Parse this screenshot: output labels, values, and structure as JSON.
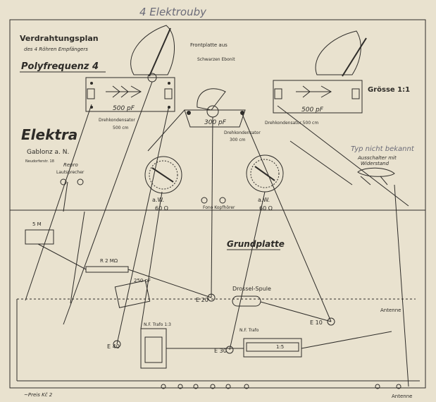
{
  "pencil_note": "4 Elektrouby",
  "title": {
    "line1": "Verdrahtungsplan",
    "line2": "des 4 Röhren Empfängers",
    "line3": "Polyfrequenz 4"
  },
  "front": {
    "line1": "Frontplatte aus",
    "line2": "Schwarzen Ebonit"
  },
  "scale": "Grösse 1:1",
  "company": {
    "name": "Elektra",
    "city": "Gablonz a. N.",
    "street": "Neudorferstr. 18"
  },
  "labels": {
    "cap_left": "500 pF",
    "cap_left_name": "Drehkondensator",
    "cap_left_sub": "500 cm",
    "cap_mid": "300 pF",
    "cap_mid_name": "Drehkondensator",
    "cap_mid_sub": "300 cm",
    "cap_right": "500 pF",
    "cap_right_name": "Drehkondensator 500 cm",
    "typ_note": "Typ nicht bekannt",
    "switch_l1": "Ausschalter mit",
    "switch_l2": "Widerstand",
    "coil_left_a": "a.W.",
    "coil_left_b": "60 Ω",
    "coil_right_a": "a.W.",
    "coil_right_b": "60 Ω",
    "phones": "Fono Kopfhörer",
    "repro_a": "Repro",
    "repro_b": "Lautsprecher",
    "base": "Grundplatte",
    "resistor_5": "5 M",
    "resistor_2": "R 2 MΩ",
    "cap_250": "250 pF",
    "drossel": "Drossel-Spule",
    "e20": "E 20",
    "e40": "E 40",
    "e30": "E 30",
    "e10": "E 10",
    "lp_left": "N.F. Trafo 1:3",
    "lp_right": "N.F. Trafo",
    "ratio_right": "1:5",
    "antenna_right": "Antenne",
    "footer_left": "~Preis Kč 2",
    "footer_right": "Antenne"
  }
}
